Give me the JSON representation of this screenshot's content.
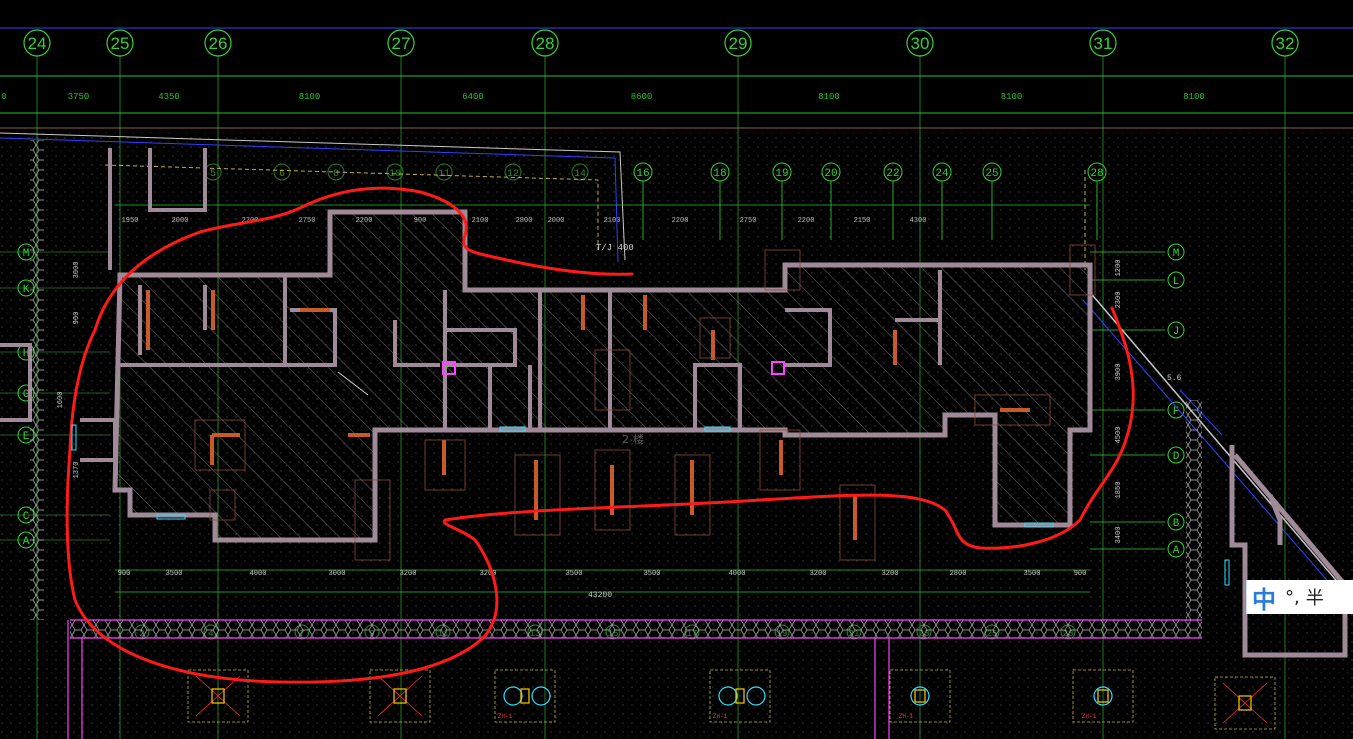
{
  "drawing": {
    "top_axes": [
      "24",
      "25",
      "26",
      "27",
      "28",
      "29",
      "30",
      "31",
      "32"
    ],
    "top_dims": [
      "3750",
      "4350",
      "8100",
      "6400",
      "8600",
      "8100",
      "8100",
      "8100"
    ],
    "top_dim_left": "0",
    "inner_axes_top": [
      "16",
      "18",
      "19",
      "20",
      "22",
      "24",
      "25",
      "28"
    ],
    "inner_axes_top_left": [
      "5",
      "6",
      "8",
      "10",
      "11",
      "12",
      "14"
    ],
    "inner_dims_top": [
      "1950",
      "2000",
      "2200",
      "2750",
      "2200",
      "900",
      "2100",
      "2800",
      "2000",
      "2100",
      "2200",
      "2750",
      "2200",
      "2150",
      "4300"
    ],
    "right_axes": [
      "M",
      "L",
      "J",
      "F",
      "D",
      "B",
      "A"
    ],
    "left_axes": [
      "M",
      "K",
      "H",
      "G",
      "E",
      "C",
      "A"
    ],
    "bottom_axes": [
      "2",
      "4",
      "7",
      "9",
      "11",
      "13",
      "15",
      "17",
      "19",
      "21",
      "23",
      "25",
      "28"
    ],
    "bottom_dims": [
      "900",
      "3500",
      "4000",
      "3000",
      "3200",
      "3200",
      "3500",
      "3500",
      "4000",
      "3200",
      "3200",
      "2800",
      "3500",
      "900"
    ],
    "bottom_total": "43200",
    "side_dims": [
      "1200",
      "2300",
      "3900",
      "4500",
      "1850",
      "3400",
      "3000",
      "900",
      "1600",
      "1370"
    ],
    "room_label": "2-楼",
    "small_label": "T/J 400",
    "diag_label": "5.6",
    "pile_tag": "ZH-1",
    "colors": {
      "axis": "#35d235",
      "dim": "#22c22c",
      "wall": "#9a8a96",
      "wall_fill": "#b98aa0",
      "column": "#c85a2a",
      "hatch": "#7a7a7a",
      "hex_band": "#ff40ff",
      "red_mark": "#ff1a1a",
      "blue_line": "#3040ff",
      "pile": "#2fe0ff"
    }
  },
  "ime": {
    "mode_label": "中",
    "punct_label": "°,",
    "width_label": "半"
  }
}
